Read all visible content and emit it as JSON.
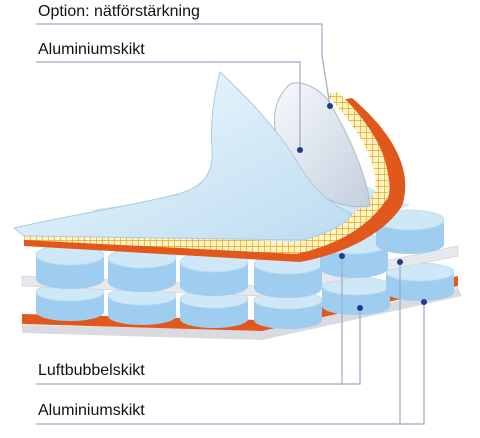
{
  "labels": {
    "mesh": "Option: nätförstärkning",
    "aluminium_top": "Aluminiumskikt",
    "bubble": "Luftbubbelskikt",
    "aluminium_bottom": "Aluminiumskikt"
  },
  "colors": {
    "bubble_top": "#cfe8f7",
    "bubble_side": "#9fcdf0",
    "foil": "#e9eaee",
    "orange": "#e2571b",
    "mesh": "#f0b21e",
    "film": "#d9ecf7",
    "leader": "#9aa9c2",
    "dot": "#1f3a93"
  }
}
